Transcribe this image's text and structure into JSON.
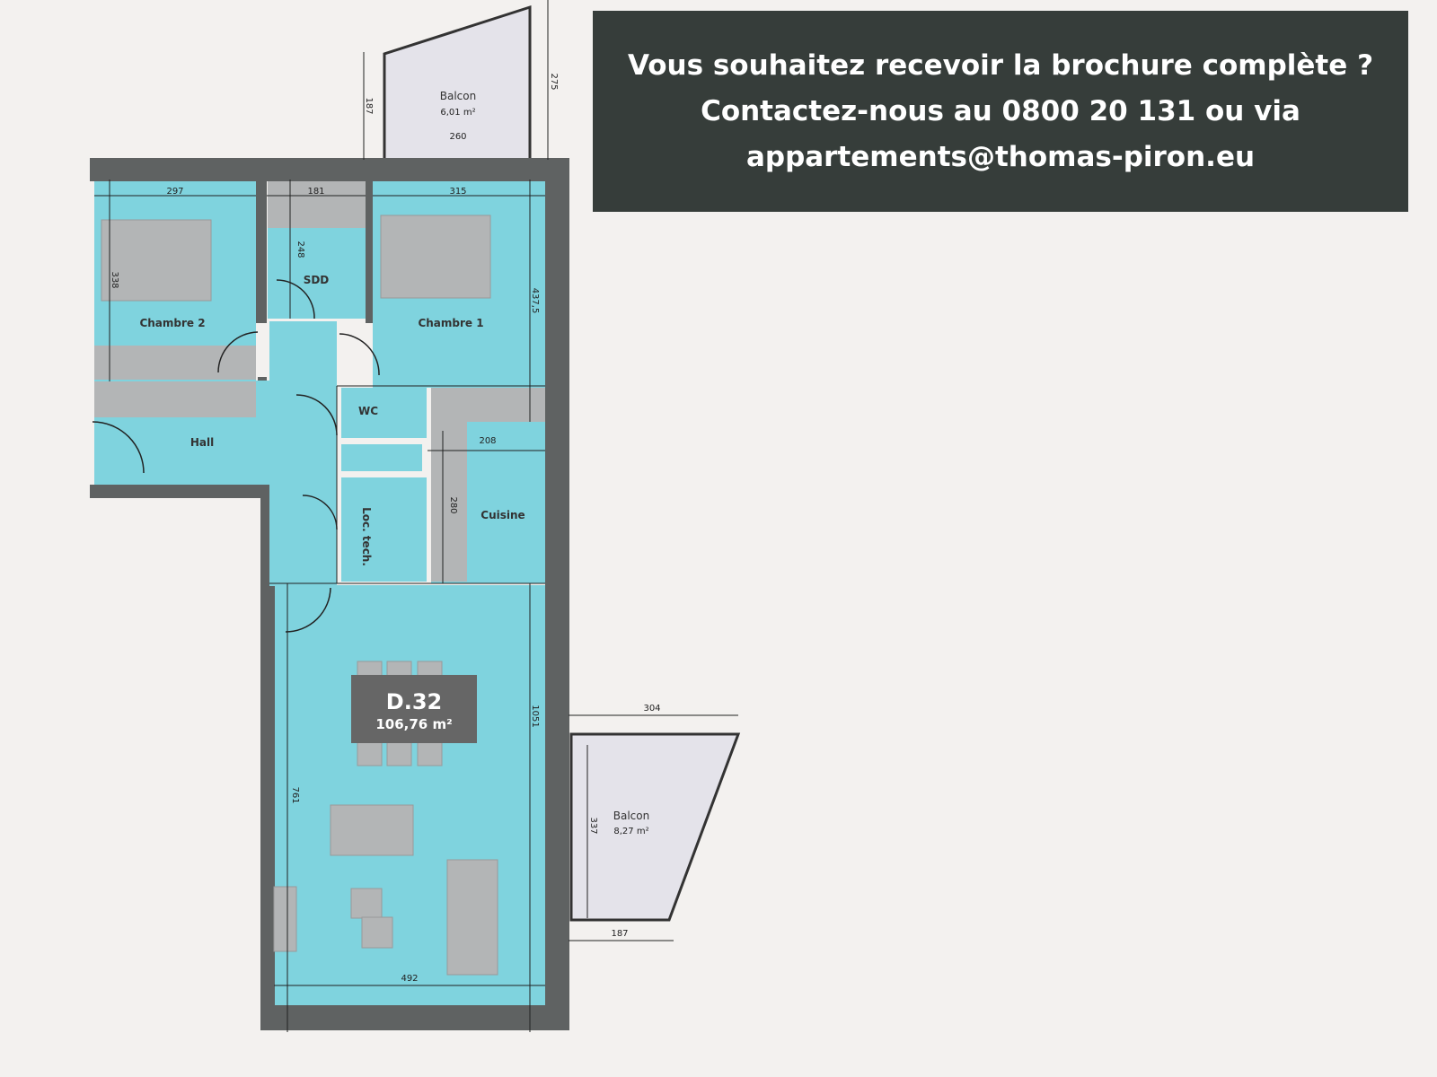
{
  "banner": {
    "line1": "Vous souhaitez recevoir la brochure complète ?",
    "line2": "Contactez-nous au 0800 20 131 ou via",
    "line3": "appartements@thomas-piron.eu"
  },
  "unit": {
    "id": "D.32",
    "area": "106,76 m²"
  },
  "rooms": {
    "chambre2": "Chambre 2",
    "chambre1": "Chambre 1",
    "sdd": "SDD",
    "wc": "WC",
    "hall": "Hall",
    "loc_tech": "Loc. tech.",
    "cuisine": "Cuisine",
    "balcon_top": "Balcon",
    "balcon_top_area": "6,01 m²",
    "balcon_right": "Balcon",
    "balcon_right_area": "8,27 m²"
  },
  "dimensions": {
    "d297": "297",
    "d181": "181",
    "d315": "315",
    "d248": "248",
    "d338": "338",
    "d437": "437,5",
    "d187a": "187",
    "d275": "275",
    "d260": "260",
    "d208": "208",
    "d280": "280",
    "d1051": "1051",
    "d761": "761",
    "d304": "304",
    "d337": "337",
    "d187b": "187",
    "d492": "492"
  },
  "colors": {
    "room_fill": "#7fd3de",
    "wall": "#5f6262",
    "banner": "#363d3a",
    "badge": "#666666"
  }
}
